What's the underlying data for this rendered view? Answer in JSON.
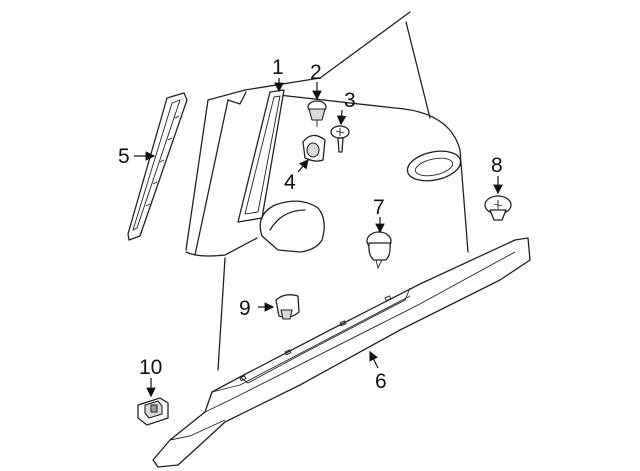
{
  "callouts": [
    {
      "id": "1",
      "label": "1"
    },
    {
      "id": "2",
      "label": "2"
    },
    {
      "id": "3",
      "label": "3"
    },
    {
      "id": "4",
      "label": "4"
    },
    {
      "id": "5",
      "label": "5"
    },
    {
      "id": "6",
      "label": "6"
    },
    {
      "id": "7",
      "label": "7"
    },
    {
      "id": "8",
      "label": "8"
    },
    {
      "id": "9",
      "label": "9"
    },
    {
      "id": "10",
      "label": "10"
    }
  ],
  "colors": {
    "line": "#222222",
    "shade": "#d9d9d9",
    "background": "#ffffff"
  }
}
